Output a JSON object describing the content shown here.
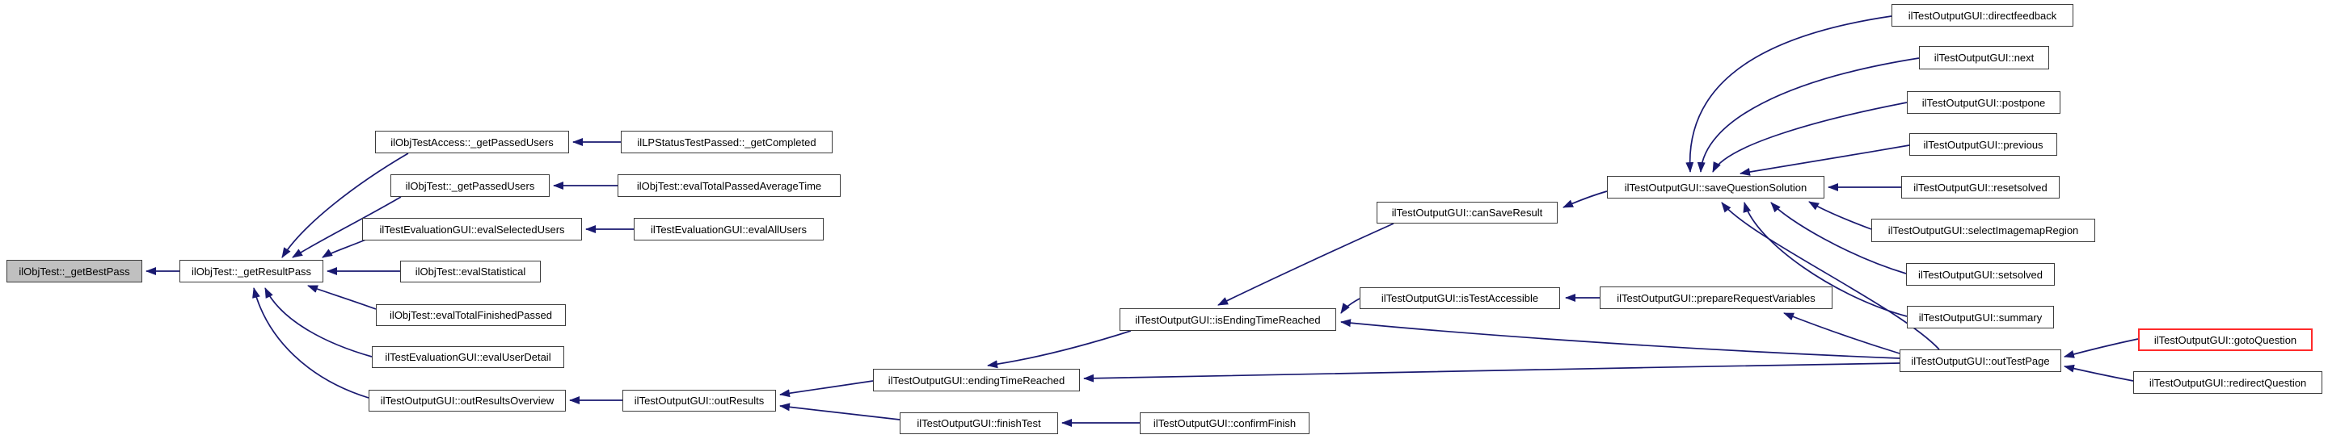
{
  "diagram": {
    "type": "doxygen-caller-graph",
    "colors": {
      "edge": "#191970",
      "node_border": "#3c3c3c",
      "node_fill": "#ffffff",
      "current_node_fill": "#c0c0c0",
      "highlight_border": "#ff2a2a",
      "text": "#000000",
      "background": "#ffffff"
    },
    "nodes": {
      "getBestPass": {
        "label": "ilObjTest::_getBestPass",
        "style": "current"
      },
      "getResultPass": {
        "label": "ilObjTest::_getResultPass",
        "style": "normal"
      },
      "accessGetPassedUsers": {
        "label": "ilObjTestAccess::_getPassedUsers",
        "style": "normal"
      },
      "lpGetCompleted": {
        "label": "ilLPStatusTestPassed::_getCompleted",
        "style": "normal"
      },
      "getPassedUsers": {
        "label": "ilObjTest::_getPassedUsers",
        "style": "normal"
      },
      "evalTotalPassedAverageTime": {
        "label": "ilObjTest::evalTotalPassedAverageTime",
        "style": "normal"
      },
      "evalSelectedUsers": {
        "label": "ilTestEvaluationGUI::evalSelectedUsers",
        "style": "normal"
      },
      "evalAllUsers": {
        "label": "ilTestEvaluationGUI::evalAllUsers",
        "style": "normal"
      },
      "evalStatistical": {
        "label": "ilObjTest::evalStatistical",
        "style": "normal"
      },
      "evalTotalFinishedPassed": {
        "label": "ilObjTest::evalTotalFinishedPassed",
        "style": "normal"
      },
      "evalUserDetail": {
        "label": "ilTestEvaluationGUI::evalUserDetail",
        "style": "normal"
      },
      "outResultsOverview": {
        "label": "ilTestOutputGUI::outResultsOverview",
        "style": "normal"
      },
      "outResults": {
        "label": "ilTestOutputGUI::outResults",
        "style": "normal"
      },
      "endingTimeReached": {
        "label": "ilTestOutputGUI::endingTimeReached",
        "style": "normal"
      },
      "finishTest": {
        "label": "ilTestOutputGUI::finishTest",
        "style": "normal"
      },
      "confirmFinish": {
        "label": "ilTestOutputGUI::confirmFinish",
        "style": "normal"
      },
      "isEndingTimeReached": {
        "label": "ilTestOutputGUI::isEndingTimeReached",
        "style": "normal"
      },
      "isTestAccessible": {
        "label": "ilTestOutputGUI::isTestAccessible",
        "style": "normal"
      },
      "canSaveResult": {
        "label": "ilTestOutputGUI::canSaveResult",
        "style": "normal"
      },
      "prepareRequestVariables": {
        "label": "ilTestOutputGUI::prepareRequestVariables",
        "style": "normal"
      },
      "saveQuestionSolution": {
        "label": "ilTestOutputGUI::saveQuestionSolution",
        "style": "normal"
      },
      "directfeedback": {
        "label": "ilTestOutputGUI::directfeedback",
        "style": "normal"
      },
      "next": {
        "label": "ilTestOutputGUI::next",
        "style": "normal"
      },
      "postpone": {
        "label": "ilTestOutputGUI::postpone",
        "style": "normal"
      },
      "previous": {
        "label": "ilTestOutputGUI::previous",
        "style": "normal"
      },
      "resetsolved": {
        "label": "ilTestOutputGUI::resetsolved",
        "style": "normal"
      },
      "selectImagemapRegion": {
        "label": "ilTestOutputGUI::selectImagemapRegion",
        "style": "normal"
      },
      "setsolved": {
        "label": "ilTestOutputGUI::setsolved",
        "style": "normal"
      },
      "summary": {
        "label": "ilTestOutputGUI::summary",
        "style": "normal"
      },
      "outTestPage": {
        "label": "ilTestOutputGUI::outTestPage",
        "style": "normal"
      },
      "gotoQuestion": {
        "label": "ilTestOutputGUI::gotoQuestion",
        "style": "highlight"
      },
      "redirectQuestion": {
        "label": "ilTestOutputGUI::redirectQuestion",
        "style": "normal"
      }
    },
    "edges": [
      {
        "from": "getResultPass",
        "to": "getBestPass"
      },
      {
        "from": "accessGetPassedUsers",
        "to": "getResultPass"
      },
      {
        "from": "getPassedUsers",
        "to": "getResultPass"
      },
      {
        "from": "evalSelectedUsers",
        "to": "getResultPass"
      },
      {
        "from": "evalStatistical",
        "to": "getResultPass"
      },
      {
        "from": "evalTotalFinishedPassed",
        "to": "getResultPass"
      },
      {
        "from": "evalUserDetail",
        "to": "getResultPass"
      },
      {
        "from": "outResultsOverview",
        "to": "getResultPass"
      },
      {
        "from": "lpGetCompleted",
        "to": "accessGetPassedUsers"
      },
      {
        "from": "evalTotalPassedAverageTime",
        "to": "getPassedUsers"
      },
      {
        "from": "evalAllUsers",
        "to": "evalSelectedUsers"
      },
      {
        "from": "outResults",
        "to": "outResultsOverview"
      },
      {
        "from": "endingTimeReached",
        "to": "outResults"
      },
      {
        "from": "finishTest",
        "to": "outResults"
      },
      {
        "from": "confirmFinish",
        "to": "finishTest"
      },
      {
        "from": "isEndingTimeReached",
        "to": "endingTimeReached"
      },
      {
        "from": "outTestPage",
        "to": "endingTimeReached"
      },
      {
        "from": "isTestAccessible",
        "to": "isEndingTimeReached"
      },
      {
        "from": "outTestPage",
        "to": "isEndingTimeReached"
      },
      {
        "from": "canSaveResult",
        "to": "isEndingTimeReached"
      },
      {
        "from": "prepareRequestVariables",
        "to": "isTestAccessible"
      },
      {
        "from": "outTestPage",
        "to": "prepareRequestVariables"
      },
      {
        "from": "saveQuestionSolution",
        "to": "canSaveResult"
      },
      {
        "from": "directfeedback",
        "to": "saveQuestionSolution"
      },
      {
        "from": "next",
        "to": "saveQuestionSolution"
      },
      {
        "from": "postpone",
        "to": "saveQuestionSolution"
      },
      {
        "from": "previous",
        "to": "saveQuestionSolution"
      },
      {
        "from": "resetsolved",
        "to": "saveQuestionSolution"
      },
      {
        "from": "selectImagemapRegion",
        "to": "saveQuestionSolution"
      },
      {
        "from": "setsolved",
        "to": "saveQuestionSolution"
      },
      {
        "from": "summary",
        "to": "saveQuestionSolution"
      },
      {
        "from": "outTestPage",
        "to": "saveQuestionSolution"
      },
      {
        "from": "gotoQuestion",
        "to": "outTestPage"
      },
      {
        "from": "redirectQuestion",
        "to": "outTestPage"
      }
    ]
  }
}
